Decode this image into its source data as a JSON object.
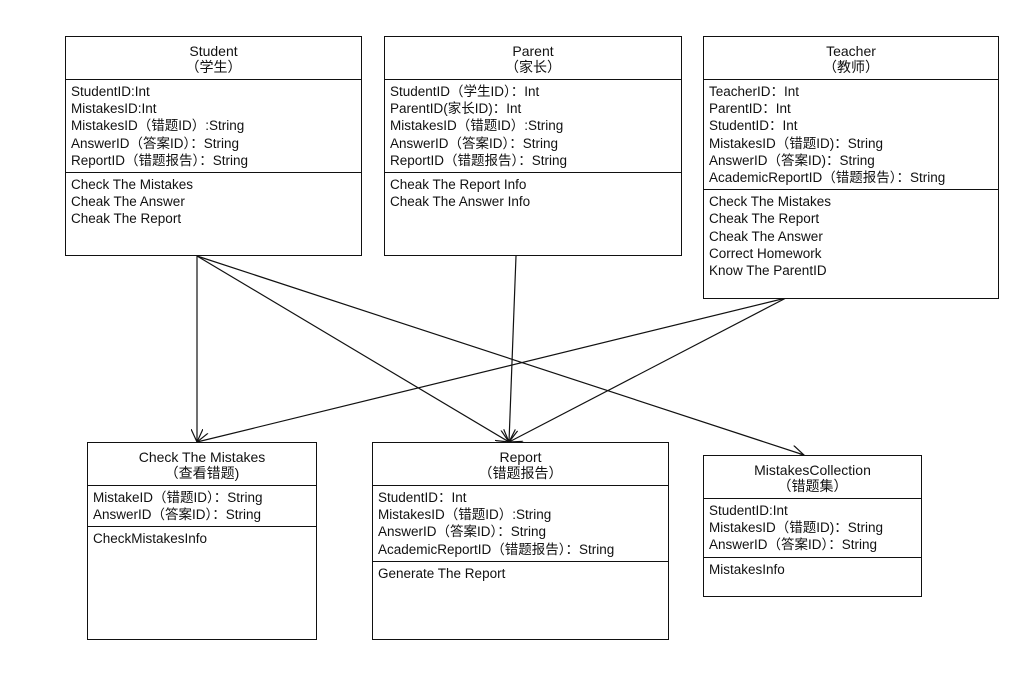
{
  "classes": {
    "student": {
      "name": "Student",
      "subtitle": "（学生）",
      "attributes": [
        "StudentID:Int",
        "MistakesID:Int",
        "MistakesID（错题ID）:String",
        "AnswerID（答案ID）：String",
        "ReportID（错题报告）：String"
      ],
      "operations": [
        "Check The Mistakes",
        "Cheak The Answer",
        "Cheak The Report"
      ]
    },
    "parent": {
      "name": "Parent",
      "subtitle": "（家长）",
      "attributes": [
        "StudentID（学生ID）：Int",
        "ParentID(家长ID)：Int",
        "MistakesID（错题ID）:String",
        "AnswerID（答案ID）：String",
        "ReportID（错题报告）：String"
      ],
      "operations": [
        "Cheak The Report Info",
        "Cheak The Answer Info"
      ]
    },
    "teacher": {
      "name": "Teacher",
      "subtitle": "（教师）",
      "attributes": [
        "TeacherID：Int",
        "ParentID：Int",
        "StudentID：Int",
        "MistakesID（错题ID)：String",
        "AnswerID（答案ID)：String",
        "AcademicReportID（错题报告）：String"
      ],
      "operations": [
        "Check The Mistakes",
        "Cheak The Report",
        "Cheak The Answer",
        "Correct Homework",
        "Know The ParentID"
      ]
    },
    "check_mistakes": {
      "name": "Check The Mistakes",
      "subtitle": "（查看错题)",
      "attributes": [
        "MistakeID（错题ID）：String",
        "AnswerID（答案ID）：String"
      ],
      "operations": [
        "CheckMistakesInfo"
      ]
    },
    "report": {
      "name": "Report",
      "subtitle": "（错题报告）",
      "attributes": [
        "StudentID：Int",
        "MistakesID（错题ID）:String",
        "AnswerID（答案ID）：String",
        "AcademicReportID（错题报告）：String"
      ],
      "operations": [
        "Generate The Report"
      ]
    },
    "mistakes_collection": {
      "name": "MistakesCollection",
      "subtitle": "（错题集）",
      "attributes": [
        "StudentID:Int",
        "MistakesID（错题ID)：String",
        "AnswerID（答案ID）：String"
      ],
      "operations": [
        "MistakesInfo"
      ]
    }
  }
}
